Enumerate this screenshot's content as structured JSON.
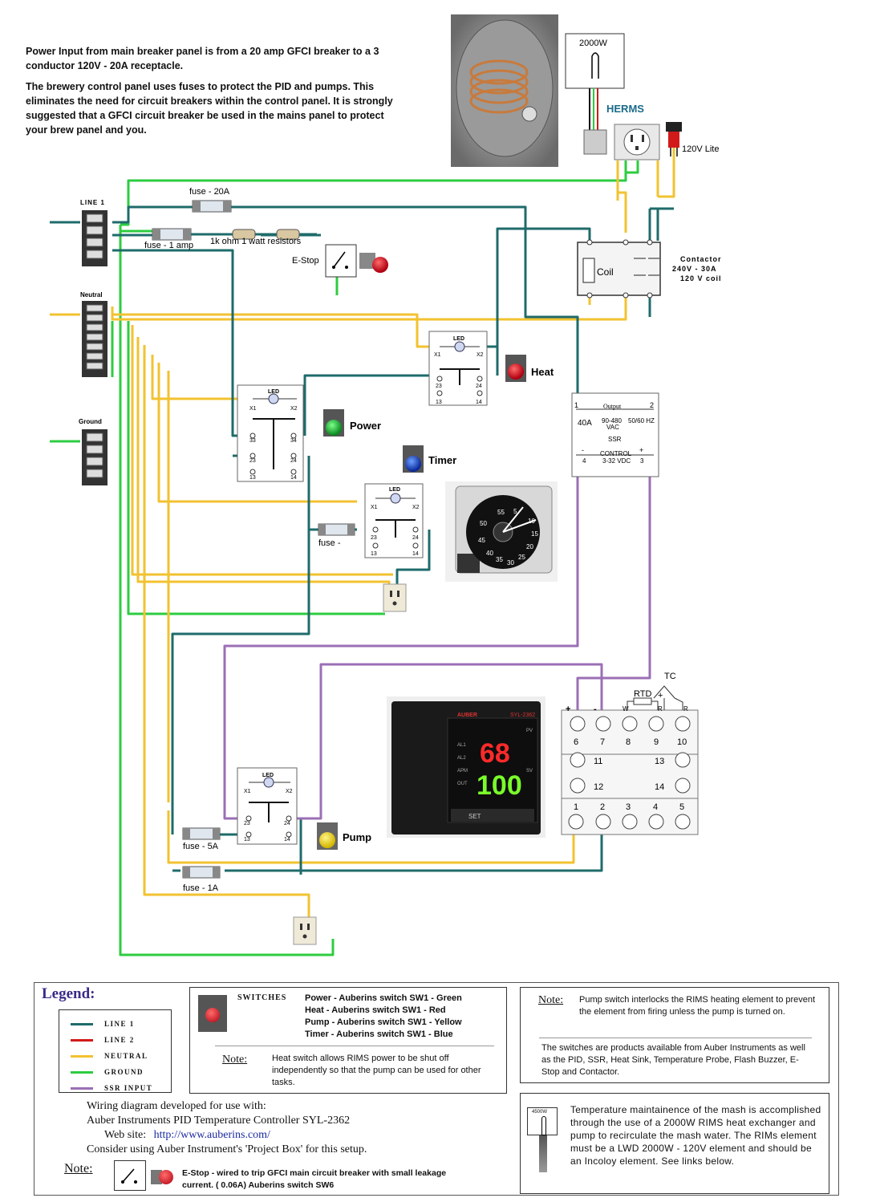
{
  "intro": {
    "para1": "Power Input from main breaker panel is from a 20 amp GFCI breaker to a 3 conductor 120V - 20A receptacle.",
    "para2": "The brewery control panel uses fuses to protect the PID and pumps. This eliminates the need for circuit breakers within the control panel. It is strongly suggested that a GFCI circuit breaker be used in the mains panel to protect your brew panel and you."
  },
  "element": {
    "watt_label": "2000W",
    "herms_label": "HERMS",
    "lite_label": "120V Lite"
  },
  "terminals": {
    "line1": "LINE 1",
    "neutral": "Neutral",
    "ground": "Ground"
  },
  "fuses": {
    "fuse_20a": "fuse - 20A",
    "fuse_1amp": "fuse - 1 amp",
    "fuse_timer": "fuse -",
    "fuse_5a": "fuse - 5A",
    "fuse_1a": "fuse - 1A"
  },
  "resistors_label": "1k ohm 1 watt resistors",
  "estop_label": "E-Stop",
  "contactor": {
    "title": "Contactor",
    "spec1": "240V - 30A",
    "spec2": "120 V coil",
    "coil": "Coil"
  },
  "switches": {
    "led": "LED",
    "x1": "X1",
    "x2": "X2",
    "n33": "33",
    "n34": "34",
    "n23": "23",
    "n24": "24",
    "n13": "13",
    "n14": "14",
    "heat": "Heat",
    "power": "Power",
    "timer": "Timer",
    "pump": "Pump"
  },
  "ssr": {
    "t1": "1",
    "t2": "2",
    "output": "Output",
    "amps": "40A",
    "volt1": "90-480",
    "volt2": "VAC",
    "hz": "50/60 HZ",
    "name": "SSR",
    "minus": "-",
    "plus": "+",
    "t4": "4",
    "t3": "3",
    "control": "CONTROL",
    "vdc": "3-32 VDC"
  },
  "timer_dial": {
    "d55": "55",
    "d5": "5",
    "d10": "10",
    "d50": "50",
    "d15": "15",
    "d45": "45",
    "d20": "20",
    "d40": "40",
    "d35": "35",
    "d30": "30",
    "d25": "25"
  },
  "pid": {
    "brand": "AUBER",
    "model": "SYL-2362",
    "pv": "68",
    "sv": "100",
    "pv_tag": "PV",
    "sv_tag": "SV",
    "al1": "AL1",
    "al2": "AL2",
    "ap": "APM",
    "out": "OUT",
    "btn_set": "SET",
    "tc": "TC",
    "rtd": "RTD",
    "w": "W",
    "r1": "R",
    "r2": "R",
    "plus": "+",
    "minus": "-",
    "t6": "6",
    "t7": "7",
    "t8": "8",
    "t9": "9",
    "t10": "10",
    "t11": "11",
    "t12": "12",
    "t13": "13",
    "t14": "14",
    "t1": "1",
    "t2": "2",
    "t3": "3",
    "t4": "4",
    "t5": "5"
  },
  "legend": {
    "title": "Legend:",
    "items": [
      {
        "label": "LINE 1",
        "color": "#1f6b6b"
      },
      {
        "label": "LINE 2",
        "color": "#d11a1a"
      },
      {
        "label": "NEUTRAL",
        "color": "#f2c230"
      },
      {
        "label": "GROUND",
        "color": "#2ecc40"
      },
      {
        "label": "SSR INPUT",
        "color": "#9b6fb5"
      }
    ]
  },
  "switches_box": {
    "heading": "SWITCHES",
    "lines": [
      "Power - Auberins switch SW1 - Green",
      "Heat - Auberins switch SW1 - Red",
      "Pump - Auberins switch SW1 - Yellow",
      "Timer - Auberins switch SW1 - Blue"
    ],
    "note_label": "Note:",
    "note_text": "Heat switch allows RIMS power to be shut off independently so that the pump can be used for other tasks."
  },
  "note_right": {
    "label": "Note:",
    "text": "Pump switch interlocks the RIMS heating element to prevent the element from firing unless the pump is turned on.",
    "text2": "The switches are products available from Auber Instruments as well as the PID, SSR, Heat Sink, Temperature Probe, Flash Buzzer, E-Stop and Contactor."
  },
  "wiring_info": {
    "line1": "Wiring diagram developed for use with:",
    "line2": "Auber Instruments PID Temperature Controller SYL-2362",
    "site_label": "Web site:",
    "site_url": "http://www.auberins.com/",
    "line4": "Consider using Auber Instrument's 'Project Box' for this setup."
  },
  "note_bottom": {
    "label": "Note:",
    "text": "E-Stop - wired to trip GFCI main circuit breaker with small leakage current. ( 0.06A)   Auberins switch SW6"
  },
  "rims_note": {
    "icon_label": "4500W",
    "text": "Temperature maintainence of the mash is accomplished through the use of a 2000W RIMS heat exchanger and pump to recirculate the mash water.  The RIMs element must be a LWD 2000W - 120V element and should be an Incoloy element. See links below."
  }
}
